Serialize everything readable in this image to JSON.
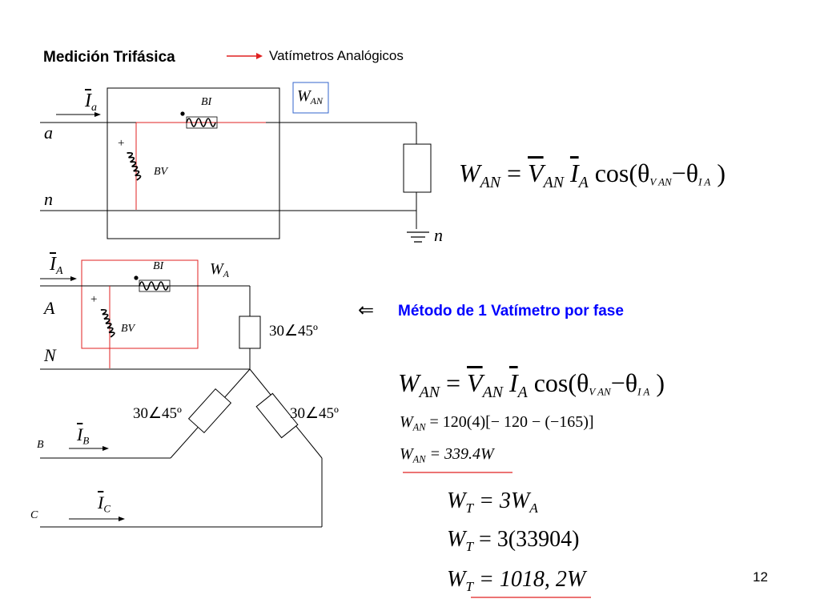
{
  "header": {
    "title": "Medición Trifásica",
    "subtitle": "Vatímetros Analógicos"
  },
  "top_circuit": {
    "current_label": "I",
    "current_sub": "a",
    "node_a": "a",
    "node_n": "n",
    "node_n_ground": "n",
    "coil_current": "BI",
    "coil_voltage": "BV",
    "plus": "+",
    "meter_label": "W",
    "meter_sub": "AN"
  },
  "bottom_circuit": {
    "current_A": "I",
    "current_A_sub": "A",
    "current_B": "I",
    "current_B_sub": "B",
    "current_C": "I",
    "current_C_sub": "C",
    "node_A": "A",
    "node_N": "N",
    "line_B": "B",
    "line_C": "C",
    "coil_current": "BI",
    "coil_voltage": "BV",
    "plus": "+",
    "meter_label": "W",
    "meter_sub": "A",
    "impedance_1": "30∠45º",
    "impedance_2": "30∠45º",
    "impedance_3": "30∠45º"
  },
  "method": {
    "symbol": "⇐",
    "label": "Método de 1 Vatímetro por fase"
  },
  "equations": {
    "eq1": {
      "lhs": "W",
      "lhs_sub": "AN",
      "eqs": "=",
      "v": "V",
      "v_sub": "AN",
      "i": "I",
      "i_sub": "A",
      "cos": "cos(θ",
      "t1_sub": "V AN",
      "minus": "−θ",
      "t2_sub": "I A",
      "close": ")"
    },
    "eq2": {
      "lhs": "W",
      "lhs_sub": "AN",
      "eqs": "=",
      "v": "V",
      "v_sub": "AN",
      "i": "I",
      "i_sub": "A",
      "cos": "cos(θ",
      "t1_sub": "V AN",
      "minus": "−θ",
      "t2_sub": "I A",
      "close": ")"
    },
    "eq3": {
      "lhs": "W",
      "lhs_sub": "AN",
      "rhs": "= 120(4)[− 120 − (−165)]"
    },
    "eq4": {
      "lhs": "W",
      "lhs_sub": "AN",
      "rhs": "= 339.4W"
    },
    "eq5": {
      "lhs": "W",
      "lhs_sub": "T",
      "rhs": "= 3W",
      "rhs_sub": "A"
    },
    "eq6": {
      "lhs": "W",
      "lhs_sub": "T",
      "rhs": "= 3(33904)"
    },
    "eq7": {
      "lhs": "W",
      "lhs_sub": "T",
      "rhs": "= 1018, 2W"
    }
  },
  "page_number": "12",
  "colors": {
    "accent_red": "#e02020",
    "method_blue": "#0000ff",
    "meter_box": "#3366cc"
  }
}
